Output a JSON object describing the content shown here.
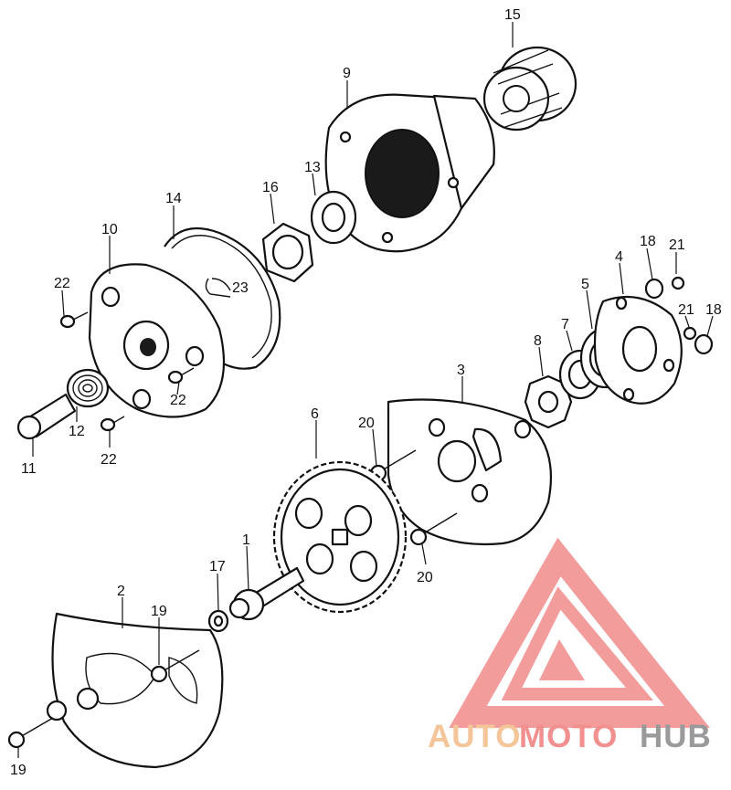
{
  "labels": {
    "p1": "1",
    "p2": "2",
    "p3": "3",
    "p4": "4",
    "p5": "5",
    "p6": "6",
    "p7": "7",
    "p8": "8",
    "p9": "9",
    "p10": "10",
    "p11": "11",
    "p12": "12",
    "p13": "13",
    "p14": "14",
    "p15": "15",
    "p16": "16",
    "p17": "17",
    "p18a": "18",
    "p18b": "18",
    "p19a": "19",
    "p19b": "19",
    "p20a": "20",
    "p20b": "20",
    "p21a": "21",
    "p21b": "21",
    "p22a": "22",
    "p22b": "22",
    "p22c": "22",
    "p23": "23"
  },
  "watermark": {
    "auto": "AUTO",
    "moto": "MOTO",
    "hub": "HUB",
    "colors": {
      "auto": "#f5c59a",
      "moto": "#f29090",
      "hub": "#9a9a9a",
      "logo": "#f28b8b"
    }
  }
}
